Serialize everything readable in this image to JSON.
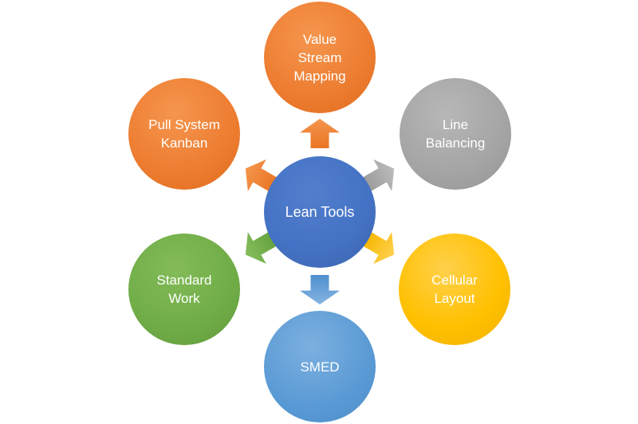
{
  "diagram": {
    "type": "radial-diverging",
    "title": "Lean Tools",
    "center": {
      "id": "lean-tools",
      "label": "Lean Tools",
      "color": "#4472C4"
    },
    "nodes": [
      {
        "id": "value-stream-mapping",
        "position": "top",
        "label": "Value Stream Mapping",
        "lines": [
          "Value",
          "Stream",
          "Mapping"
        ],
        "color": "#ED7D31"
      },
      {
        "id": "line-balancing",
        "position": "top-right",
        "label": "Line Balancing",
        "lines": [
          "Line",
          "Balancing"
        ],
        "color": "#A5A5A5"
      },
      {
        "id": "cellular-layout",
        "position": "bottom-right",
        "label": "Cellular Layout",
        "lines": [
          "Cellular",
          "Layout"
        ],
        "color": "#FFC000"
      },
      {
        "id": "smed",
        "position": "bottom",
        "label": "SMED",
        "lines": [
          "SMED"
        ],
        "color": "#5B9BD5"
      },
      {
        "id": "standard-work",
        "position": "bottom-left",
        "label": "Standard Work",
        "lines": [
          "Standard",
          "Work"
        ],
        "color": "#70AD47"
      },
      {
        "id": "pull-system-kanban",
        "position": "top-left",
        "label": "Pull System Kanban",
        "lines": [
          "Pull System",
          "Kanban"
        ],
        "color": "#ED7D31"
      }
    ],
    "arrows": [
      {
        "id": "arrow-up",
        "direction": "up",
        "from": "lean-tools",
        "to": "value-stream-mapping",
        "color": "#ED7D31"
      },
      {
        "id": "arrow-up-right",
        "direction": "up-right",
        "from": "lean-tools",
        "to": "line-balancing",
        "color": "#A5A5A5"
      },
      {
        "id": "arrow-down-right",
        "direction": "down-right",
        "from": "lean-tools",
        "to": "cellular-layout",
        "color": "#FFC000"
      },
      {
        "id": "arrow-down",
        "direction": "down",
        "from": "lean-tools",
        "to": "smed",
        "color": "#5B9BD5"
      },
      {
        "id": "arrow-down-left",
        "direction": "down-left",
        "from": "lean-tools",
        "to": "standard-work",
        "color": "#70AD47"
      },
      {
        "id": "arrow-up-left",
        "direction": "up-left",
        "from": "lean-tools",
        "to": "pull-system-kanban",
        "color": "#ED7D31"
      }
    ],
    "text_color": "#FFFFFF",
    "background_color": "#FFFFFF"
  }
}
